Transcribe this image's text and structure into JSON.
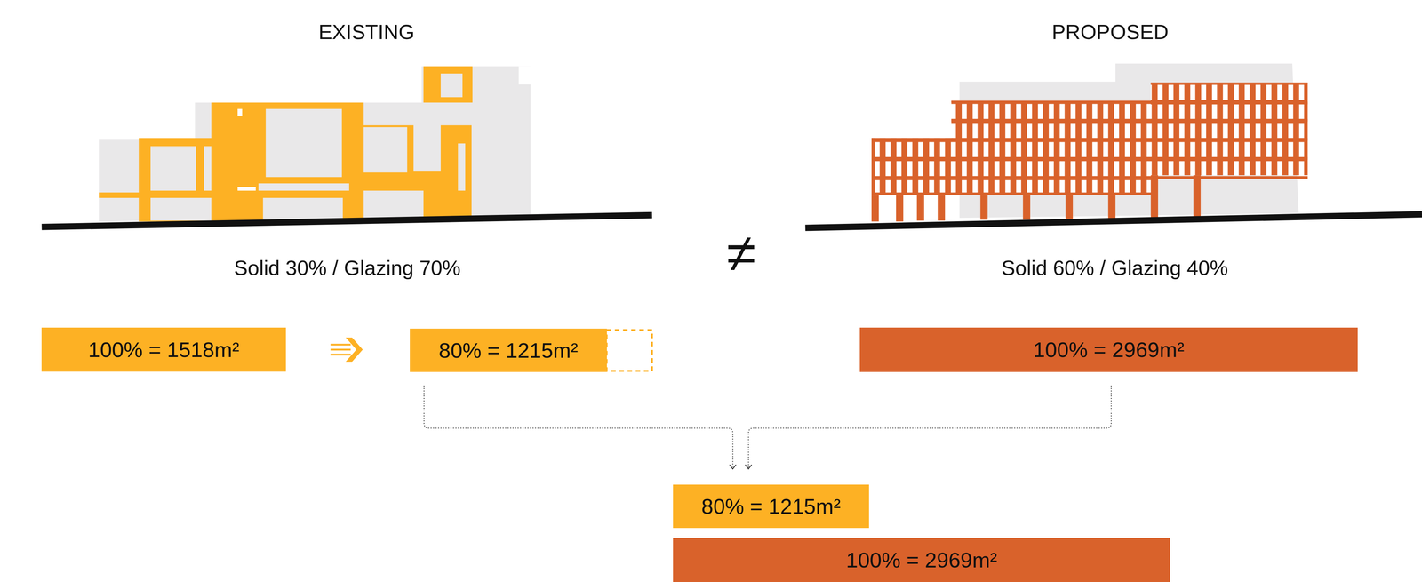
{
  "diagram": {
    "nodes": [
      {
        "text": [
          "100% = 1518m²"
        ]
      },
      {
        "text": [
          "80% = 1215m²"
        ]
      },
      {
        "text": [
          "100% = 2969m²"
        ]
      },
      {
        "text": [
          "80% = 1215m²"
        ]
      },
      {
        "text": [
          "100% = 2969m²"
        ]
      }
    ],
    "edges": [
      {
        "from": 0,
        "to": 1,
        "arrow": "to"
      },
      {
        "from": 1,
        "to": 3,
        "arrow": "to"
      },
      {
        "from": 2,
        "to": 3,
        "arrow": "to"
      }
    ],
    "labels": [
      "EXISTING",
      "PROPOSED",
      "Solid 30% / Glazing 70%",
      "≠",
      "Solid 60% / Glazing 40%"
    ]
  }
}
